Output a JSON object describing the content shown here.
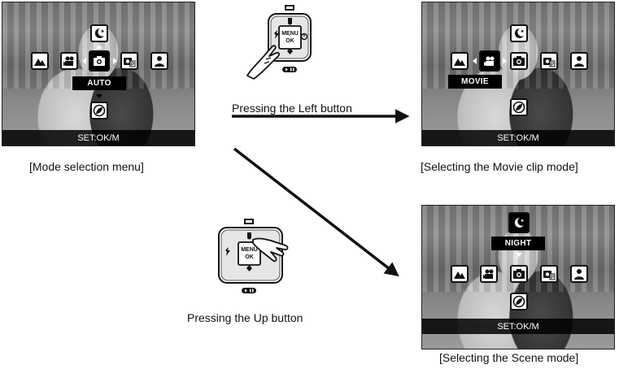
{
  "screens": {
    "mode_menu": {
      "label": "AUTO",
      "set": "SET:OK/M",
      "caption": "[Mode selection menu]"
    },
    "movie": {
      "label": "MOVIE",
      "set": "SET:OK/M",
      "caption": "[Selecting the Movie clip mode]"
    },
    "scene": {
      "label": "NIGHT",
      "set": "SET:OK/M",
      "caption": "[Selecting the Scene mode]"
    }
  },
  "buttons": {
    "left": {
      "caption": "Pressing the Left button",
      "center": [
        "MENU",
        "OK"
      ]
    },
    "up": {
      "caption": "Pressing the Up button",
      "center": [
        "MENU",
        "OK"
      ]
    }
  },
  "colors": {
    "ink": "#111111",
    "overlay": "#000000",
    "photo": "#8a8a8a"
  },
  "icons": [
    "night-icon",
    "landscape-icon",
    "movie-icon",
    "camera-icon",
    "camera-program-icon",
    "portrait-icon",
    "macro-icon",
    "flash-icon",
    "self-timer-icon",
    "play-pause-icon",
    "lcd-icon",
    "pointing-hand-icon"
  ]
}
